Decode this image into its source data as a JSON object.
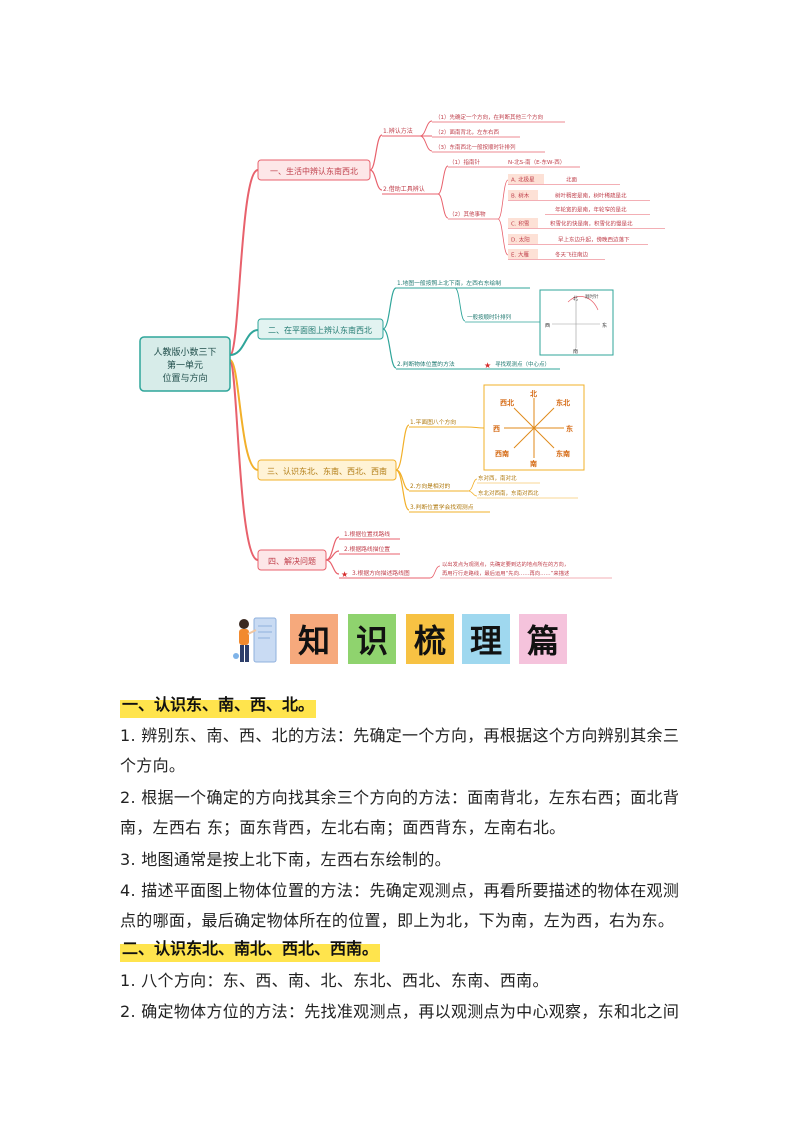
{
  "mindmap": {
    "center": [
      "人教版小数三下",
      "第一单元",
      "位置与方向"
    ],
    "branch1": {
      "title": "一、生活中辨认东南西北",
      "sub1": "1.辨认方法",
      "sub1_items": [
        "（1）先确定一个方向，在判断其他三个方向",
        "（2）面南背北，左东右西",
        "（3）东南西北一般按顺时针排列"
      ],
      "sub2": "2.借助工具辨认",
      "sub2_compass": "（1）指南针",
      "sub2_compass_note": "N-北S-南（E-东W-西）",
      "sub2_things": "（2）其他事物",
      "things": [
        {
          "tag": "A. 北极星",
          "note": "北面"
        },
        {
          "tag": "B. 树木",
          "note": "树叶稠密是南，树叶稀疏是北"
        },
        {
          "tag": "",
          "note": "年轮宽的是南，年轮窄的是北"
        },
        {
          "tag": "C. 积雪",
          "note": "积雪化的快是南，积雪化的慢是北"
        },
        {
          "tag": "D. 太阳",
          "note": "早上东边升起，傍晚西边落下"
        },
        {
          "tag": "E. 大雁",
          "note": "冬天飞往南边"
        }
      ]
    },
    "branch2": {
      "title": "二、在平面图上辨认东南西北",
      "sub1": "1.地图一般按照上北下南，左西右东绘制",
      "sub1_note": "一般按顺时针排列",
      "diagram_label": "顺时针",
      "diagram_dirs": [
        "北",
        "南",
        "西",
        "东"
      ],
      "sub2": "2.判断物体位置的方法",
      "sub2_note": "寻找观测点（中心点）"
    },
    "branch3": {
      "title": "三、认识东北、东南、西北、西南",
      "sub1": "1.平面图八个方向",
      "compass8": [
        "北",
        "东北",
        "东",
        "东南",
        "南",
        "西南",
        "西",
        "西北"
      ],
      "sub2": "2.方向是相对的",
      "sub2_items": [
        "东对西，南对北",
        "东北对西南，东南对西北"
      ],
      "sub3": "3.判断位置学会找观测点"
    },
    "branch4": {
      "title": "四、解决问题",
      "items": [
        "1.根据位置找路线",
        "2.根据路线描位置",
        "3.根据方向描述路线图"
      ],
      "note_lines": [
        "以出发点为观测点，先确定要到达的地点所在的方向，",
        "再用行行走路线，最后运用“先向……再向……”来描述"
      ]
    },
    "colors": {
      "b1": "#e8616c",
      "b2": "#2fa59a",
      "b3": "#f2b02a",
      "b4": "#e8616c",
      "center_fill": "#d7ece9"
    }
  },
  "banner": {
    "chars": [
      "知",
      "识",
      "梳",
      "理",
      "篇"
    ],
    "tile_colors": [
      "#f6a97c",
      "#8fd36e",
      "#f7c243",
      "#9fd8ef",
      "#f5c3dc"
    ]
  },
  "content": {
    "section1_title": "一、认识东、南、西、北。",
    "section1_paras": [
      [
        "1. 辨别东、南、西、北的方法：先确定一个方向，再根据这个方向辨别其余三",
        "个方向。"
      ],
      [
        "2. 根据一个确定的方向找其余三个方向的方法：面南背北，左东右西；面北背",
        "南，左西右 东；面东背西，左北右南；面西背东，左南右北。"
      ],
      [
        "3. 地图通常是按上北下南，左西右东绘制的。"
      ],
      [
        "4. 描述平面图上物体位置的方法：先确定观测点，再看所要描述的物体在观测",
        "点的哪面，最后确定物体所在的位置，即上为北，下为南，左为西，右为东。"
      ]
    ],
    "section2_title": "二、认识东北、南北、西北、西南。",
    "section2_paras": [
      [
        "1. 八个方向：东、西、南、北、东北、西北、东南、西南。"
      ],
      [
        "2. 确定物体方位的方法：先找准观测点，再以观测点为中心观察，东和北之间"
      ]
    ]
  }
}
